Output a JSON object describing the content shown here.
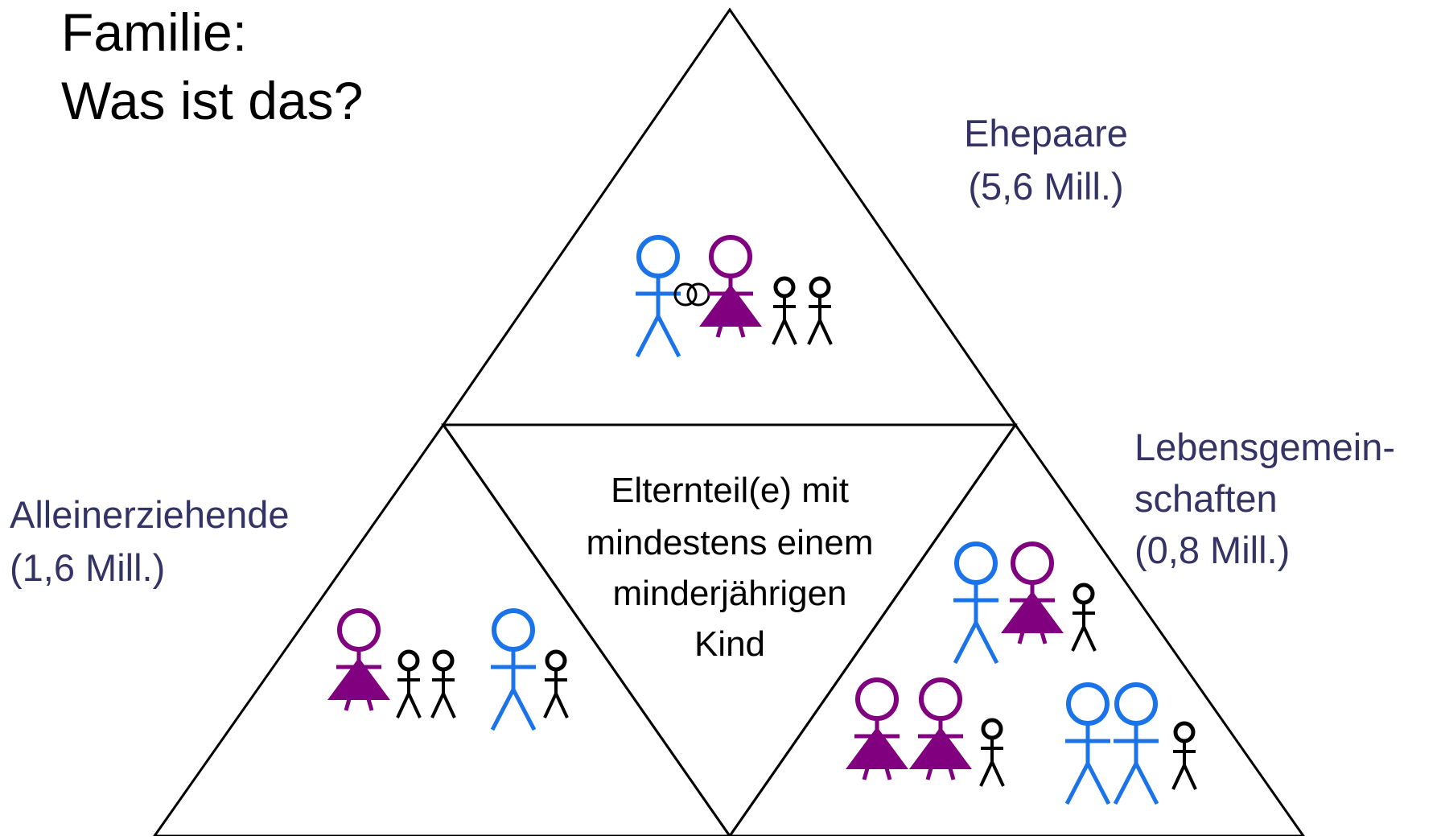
{
  "title": {
    "line1": "Familie:",
    "line2": "Was ist das?"
  },
  "colors": {
    "male": "#1a73e8",
    "female": "#800080",
    "child": "#000000",
    "label": "#333366",
    "outline": "#000000"
  },
  "labels": {
    "ehepaare": {
      "line1": "Ehepaare",
      "line2": "(5,6 Mill.)"
    },
    "lebensgemeinschaften": {
      "line1": "Lebensgemein-",
      "line2": "schaften",
      "line3": "(0,8 Mill.)"
    },
    "alleinerziehende": {
      "line1": "Alleinerziehende",
      "line2": "(1,6 Mill.)"
    }
  },
  "center": {
    "line1": "Elternteil(e) mit",
    "line2": "mindestens einem",
    "line3": "minderjährigen",
    "line4": "Kind"
  },
  "icons": {
    "rings": "wedding-rings-icon",
    "male": "man-stick-figure-icon",
    "female": "woman-stick-figure-icon",
    "child": "child-stick-figure-icon"
  }
}
